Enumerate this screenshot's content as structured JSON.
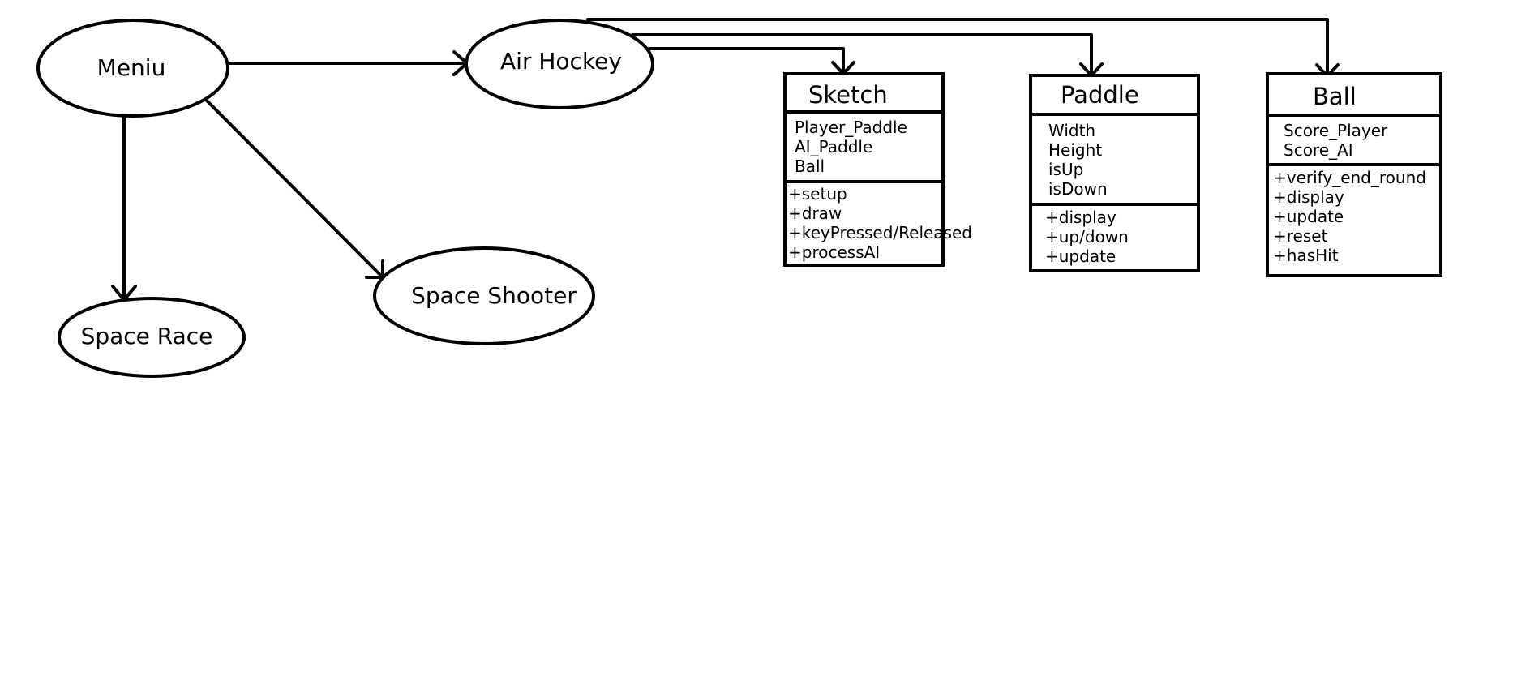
{
  "colors": {
    "stroke": "#000000",
    "background": "#ffffff",
    "text": "#000000"
  },
  "nodes": {
    "meniu": "Meniu",
    "air_hockey": "Air Hockey",
    "space_race": "Space Race",
    "space_shooter": "Space Shooter"
  },
  "classes": {
    "sketch": {
      "name": "Sketch",
      "attributes": [
        "Player_Paddle",
        "AI_Paddle",
        "Ball"
      ],
      "methods": [
        "+setup",
        "+draw",
        "+keyPressed/Released",
        "+processAI"
      ]
    },
    "paddle": {
      "name": "Paddle",
      "attributes": [
        "Width",
        "Height",
        "isUp",
        "isDown"
      ],
      "methods": [
        "+display",
        "+up/down",
        "+update"
      ]
    },
    "ball": {
      "name": "Ball",
      "attributes": [
        "Score_Player",
        "Score_AI"
      ],
      "methods": [
        "+verify_end_round",
        "+display",
        "+update",
        "+reset",
        "+hasHit"
      ]
    }
  }
}
